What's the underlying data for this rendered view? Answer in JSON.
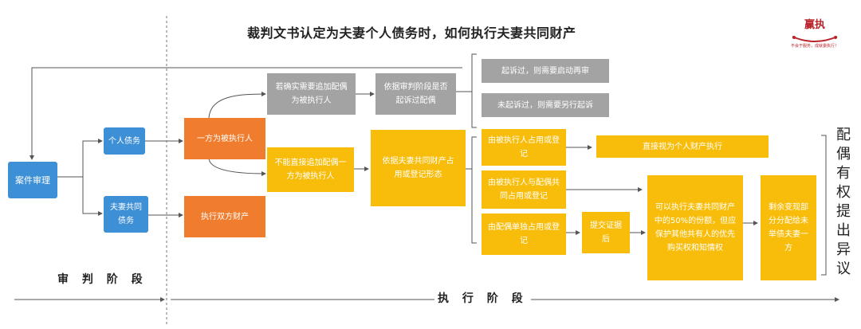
{
  "title": "裁判文书认定为夫妻个人债务时，如何执行夫妻共同财产",
  "logo": {
    "text": "赢执",
    "subtitle": "不会于服务，成就委执行！"
  },
  "stages": {
    "trial": "审 判 阶 段",
    "execution": "执 行 阶 段"
  },
  "side_label": "配偶有权提出异议",
  "nodes": {
    "case_trial": "案件审理",
    "personal_debt": "个人债务",
    "joint_debt": "夫妻共同债务",
    "one_party": "一方为被执行人",
    "both_property": "执行双方财产",
    "add_spouse": "若确实需要追加配偶为被执行人",
    "no_add_spouse": "不能直接追加配偶一方为被执行人",
    "judge_sued": "依据审判阶段是否起诉过配偶",
    "sued_retrial": "起诉过，则需要启动再审",
    "not_sued_sue": "未起诉过，则需要另行起诉",
    "by_possession": "依据夫妻共同财产占用或登记形态",
    "debtor_possess": "由被执行人占用或登记",
    "joint_possess": "由被执行人与配偶共同占用或登记",
    "spouse_possess": "由配偶单独占用或登记",
    "treat_personal": "直接视为个人财产执行",
    "submit_evidence": "提交证据后",
    "execute_share": "可以执行夫妻共同财产中的50%的份额，但应保护其他共有人的优先购买权和知情权",
    "remainder": "剩余变现部分分配给未举债夫妻一方"
  },
  "colors": {
    "blue": "#3d8fd6",
    "orange": "#f07c2e",
    "yellow": "#f8bd0b",
    "gray": "#a3a3a3",
    "logo": "#b9232a"
  }
}
